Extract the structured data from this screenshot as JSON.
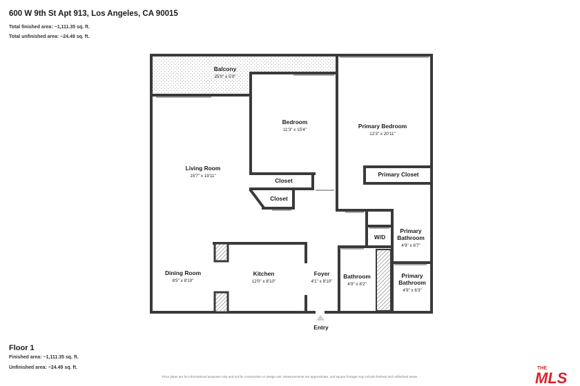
{
  "header": {
    "address": "600 W 9th St Apt 913, Los Angeles, CA 90015",
    "total_finished": "Total finished area: ~1,111.35 sq. ft.",
    "total_unfinished": "Total unfinished area: ~24.49 sq. ft."
  },
  "rooms": {
    "balcony": {
      "name": "Balcony",
      "dims": "25'0\" x 5'0\""
    },
    "bedroom": {
      "name": "Bedroom",
      "dims": "11'3\" x 15'4\""
    },
    "primary_bedroom": {
      "name": "Primary Bedroom",
      "dims": "12'3\" x 20'11\""
    },
    "living_room": {
      "name": "Living Room",
      "dims": "15'7\" x 19'11\""
    },
    "closet_1": {
      "name": "Closet"
    },
    "closet_2": {
      "name": "Closet"
    },
    "primary_closet": {
      "name": "Primary Closet"
    },
    "wd": {
      "name": "W/D"
    },
    "primary_bathroom_1": {
      "line1": "Primary",
      "line2": "Bathroom",
      "dims": "4'9\" x 6'7\""
    },
    "dining_room": {
      "name": "Dining Room",
      "dims": "8'5\" x 8'10\""
    },
    "kitchen": {
      "name": "Kitchen",
      "dims": "12'0\" x 8'10\""
    },
    "foyer": {
      "name": "Foyer",
      "dims": "4'1\" x 8'10\""
    },
    "bathroom": {
      "name": "Bathroom",
      "dims": "4'9\" x 8'2\""
    },
    "primary_bathroom_2": {
      "line1": "Primary",
      "line2": "Bathroom",
      "dims": "4'9\" x 6'3\""
    }
  },
  "entry_label": "Entry",
  "footer": {
    "floor": "Floor 1",
    "finished": "Finished area: ~1,111.35 sq. ft.",
    "unfinished": "Unfinished area: ~24.49 sq. ft.",
    "disclaimer": "Floor plans are for informational purposes only and not for construction or design use. Measurements are approximate, and square footage may include finished and unfinished areas."
  },
  "logo": {
    "the": "THE",
    "mls": "MLS",
    "color": "#d8232a"
  },
  "colors": {
    "wall": "#3a3a3a",
    "hatch": "#777777"
  }
}
